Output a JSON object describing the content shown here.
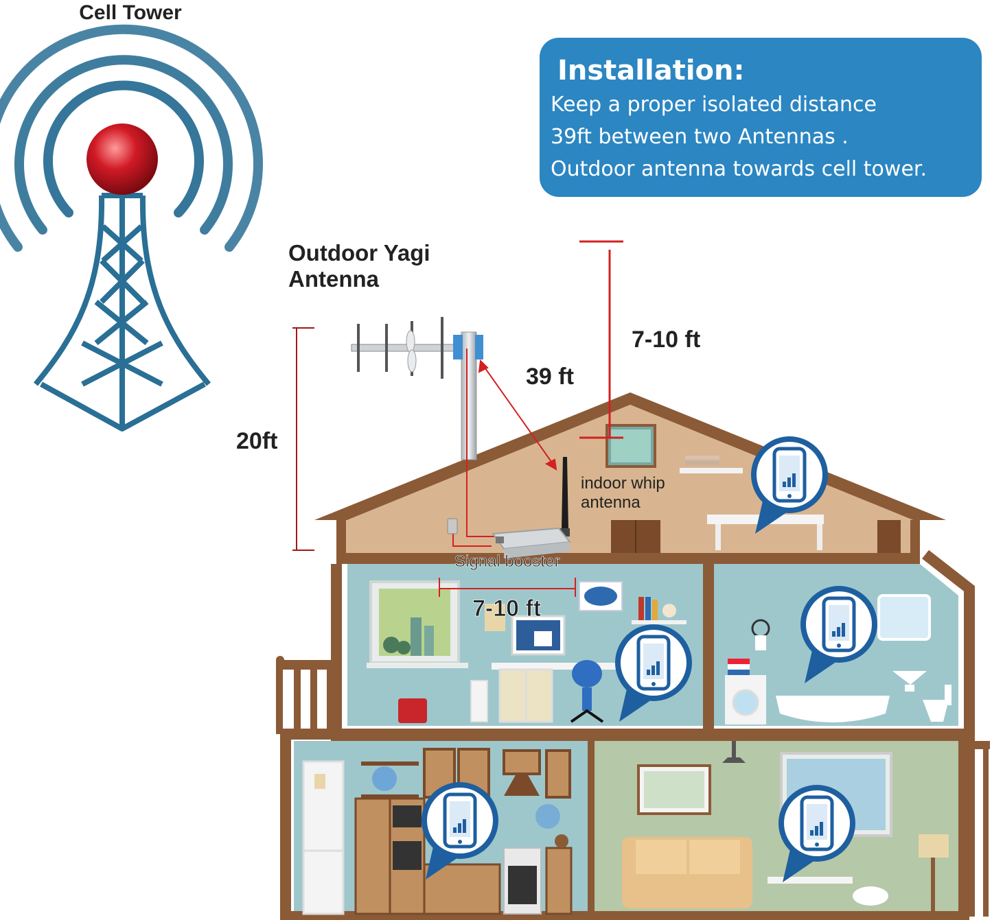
{
  "labels": {
    "cell_tower": "Cell Tower",
    "outdoor_antenna": [
      "Outdoor Yagi",
      "Antenna"
    ],
    "height_20ft": "20ft",
    "distance_39ft": "39 ft",
    "distance_roof": "7-10 ft",
    "distance_indoor": "7-10 ft",
    "indoor_whip": [
      "indoor whip",
      "antenna"
    ],
    "signal_booster": "Signal booster"
  },
  "installation": {
    "title": "Installation:",
    "lines": [
      "Keep a proper isolated distance",
      "39ft between two Antennas .",
      "Outdoor antenna towards cell tower."
    ]
  },
  "colors": {
    "tower_blue": "#2a6f95",
    "tower_ball": "#d11a26",
    "box_blue": "#2b86c2",
    "house_wood": "#8b5a37",
    "attic": "#d8b590",
    "room_blue": "#9ec7cc",
    "room_green": "#b5c8a8",
    "measure_red": "#d42020"
  },
  "icons": [
    "cell-tower-icon",
    "yagi-antenna-icon",
    "whip-antenna-icon",
    "signal-booster-icon",
    "phone-signal-icon"
  ]
}
